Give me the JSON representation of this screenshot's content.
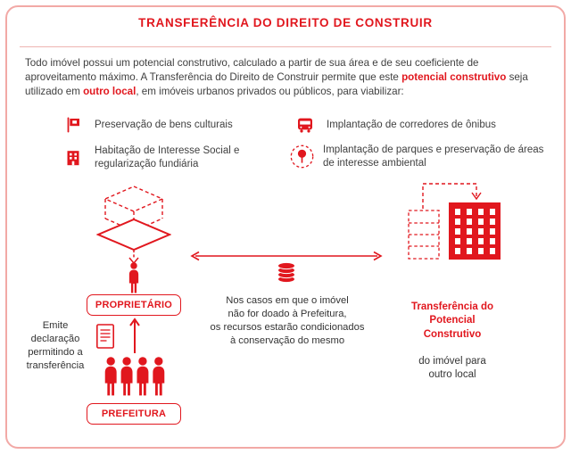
{
  "title": "TRANSFERÊNCIA DO DIREITO DE CONSTRUIR",
  "intro": {
    "part1": "Todo imóvel possui um potencial construtivo, calculado a partir de sua área e de seu coeficiente de aproveitamento máximo. A Transferência do Direito de Construir permite que este ",
    "highlight1": "potencial construtivo",
    "part2": " seja utilizado em ",
    "highlight2": "outro local",
    "part3": ", em imóveis urbanos privados ou públicos, para viabilizar:"
  },
  "benefits": [
    {
      "icon": "flag-icon",
      "label": "Preservação de bens culturais"
    },
    {
      "icon": "housing-building-icon",
      "label": "Habitação de Interesse Social e regularização fundiária"
    },
    {
      "icon": "bus-icon",
      "label": "Implantação de corredores de ônibus"
    },
    {
      "icon": "park-tree-icon",
      "label": "Implantação de parques e preservação de áreas de interesse ambiental"
    }
  ],
  "diagram": {
    "owner_label": "PROPRIETÁRIO",
    "cityhall_label": "PREFEITURA",
    "issue_text": "Emite\ndeclaração\npermitindo a\ntransferência",
    "conditions_text": "Nos casos em que o imóvel\nnão for doado à Prefeitura,\nos recursos estarão condicionados\nà conservação do mesmo",
    "transfer_highlight": "Transferência do\nPotencial\nConstrutivo",
    "transfer_rest": "do imóvel para\noutro local"
  },
  "icons": {
    "benefit_icons": [
      "flag-icon",
      "housing-building-icon",
      "bus-icon",
      "park-tree-icon"
    ],
    "diagram_icons": [
      "dashed-cube-icon",
      "lot-diamond-icon",
      "person-icon",
      "coins-icon",
      "document-icon",
      "crowd-icon",
      "dashed-building-icon",
      "red-building-icon"
    ]
  },
  "colors": {
    "accent": "#e1171e",
    "border": "#f2a9a6",
    "text": "#3f3f3f"
  }
}
